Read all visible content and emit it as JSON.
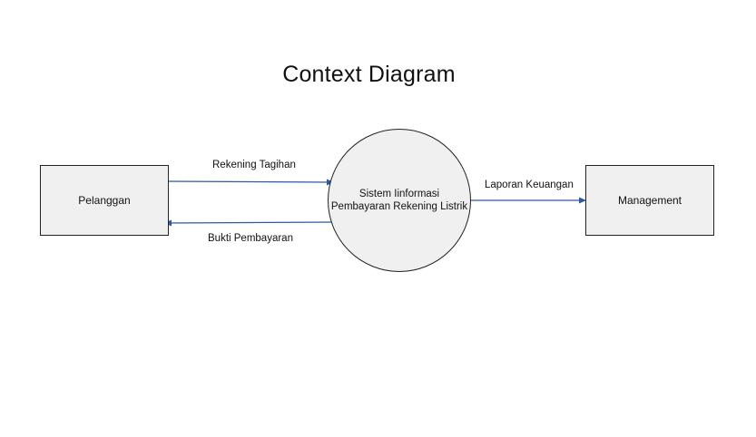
{
  "diagram": {
    "title": "Context Diagram",
    "entities": {
      "left": "Pelanggan",
      "right": "Management"
    },
    "process": {
      "line1": "Sistem Iinformasi",
      "line2": "Pembayaran Rekening Listrik"
    },
    "flows": {
      "rekening_tagihan": "Rekening Tagihan",
      "bukti_pembayaran": "Bukti Pembayaran",
      "laporan_keuangan": "Laporan Keuangan"
    },
    "colors": {
      "arrow": "#2f5a9e",
      "shape_fill": "#f0f0f0",
      "outline": "#222222"
    }
  }
}
